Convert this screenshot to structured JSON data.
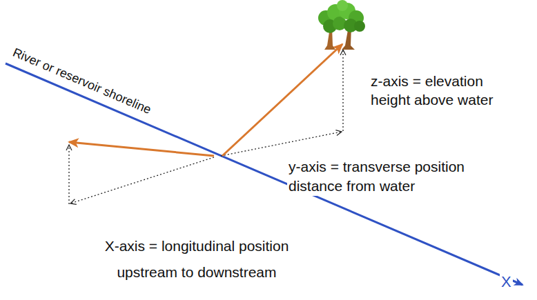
{
  "diagram": {
    "labels": [
      "River or reservoir shoreline",
      "z-axis = elevation height above water",
      "y-axis = transverse position distance from water",
      "X-axis = longitudinal position upstream to downstream",
      "X"
    ]
  }
}
